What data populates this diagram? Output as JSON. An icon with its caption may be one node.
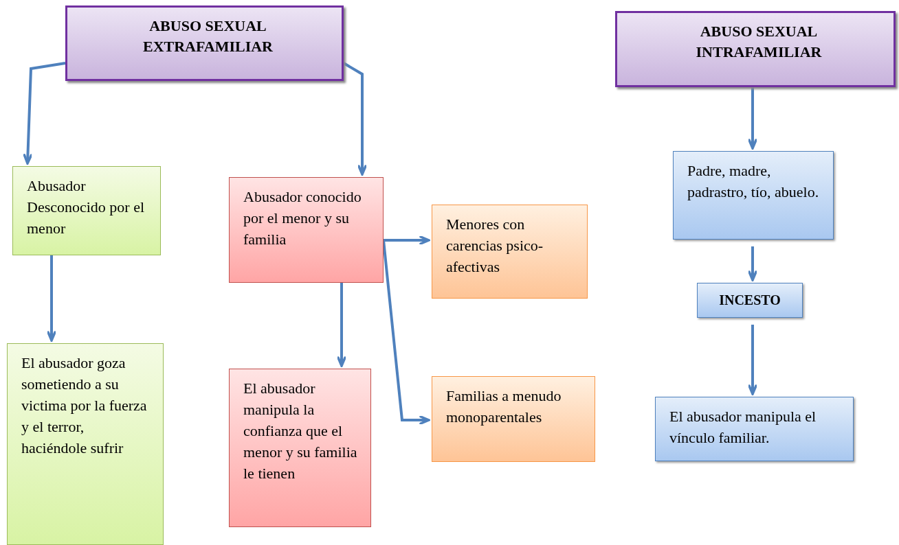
{
  "diagram": {
    "nodes": [
      {
        "text": [
          "ABUSO SEXUAL EXTRAFAMILIAR"
        ]
      },
      {
        "text": [
          "Abusador Desconocido por el menor"
        ]
      },
      {
        "text": [
          "El abusador goza sometiendo a su victima por la fuerza y el terror, haciéndole sufrir"
        ]
      },
      {
        "text": [
          "Abusador conocido por el menor y su familia"
        ]
      },
      {
        "text": [
          "Menores con carencias psico-afectivas"
        ]
      },
      {
        "text": [
          "Familias a menudo monoparentales"
        ]
      },
      {
        "text": [
          "El abusador manipula la confianza que el menor y su familia le tienen"
        ]
      },
      {
        "text": [
          "ABUSO SEXUAL INTRAFAMILIAR"
        ]
      },
      {
        "text": [
          "Padre, madre, padrastro, tío, abuelo."
        ]
      },
      {
        "text": [
          "INCESTO"
        ]
      },
      {
        "text": [
          "El abusador manipula el vínculo familiar."
        ]
      }
    ],
    "edges": [
      {
        "from": 0,
        "to": 1,
        "arrow": "to"
      },
      {
        "from": 0,
        "to": 3,
        "arrow": "to"
      },
      {
        "from": 1,
        "to": 2,
        "arrow": "to"
      },
      {
        "from": 3,
        "to": 6,
        "arrow": "to"
      },
      {
        "from": 3,
        "to": 4,
        "arrow": "to"
      },
      {
        "from": 3,
        "to": 5,
        "arrow": "to"
      },
      {
        "from": 7,
        "to": 8,
        "arrow": "to"
      },
      {
        "from": 8,
        "to": 9,
        "arrow": "to"
      },
      {
        "from": 9,
        "to": 10,
        "arrow": "to"
      }
    ]
  }
}
